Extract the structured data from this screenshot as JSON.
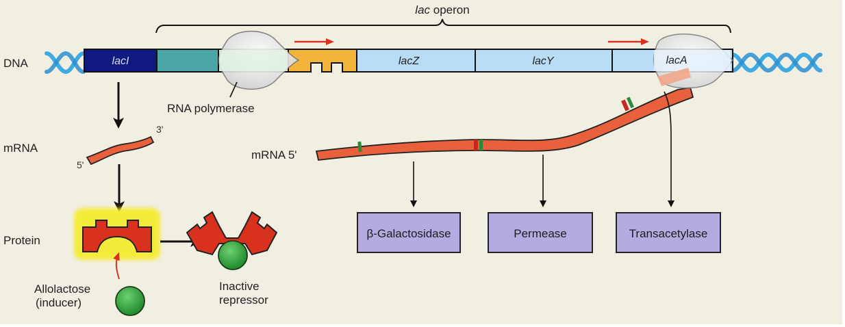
{
  "title": "lac operon",
  "title_italic_part": "lac",
  "title_rest": " operon",
  "colors": {
    "background": "#f1eee2",
    "laci": "#0e1a80",
    "promoter": "#4aa6a6",
    "operator": "#f2b43a",
    "structural_gene": "#b8dcf6",
    "mrna": "#e8603c",
    "stop_codon_green": "#2d8a3a",
    "stop_codon_red": "#c8261e",
    "enzyme_box": "#b4ace0",
    "repressor": "#d8321f",
    "inducer": "#2e9a3a",
    "halo": "#f5ec2a",
    "dna_helix": "#3fa9e4",
    "arrow_red": "#d8321f"
  },
  "row_labels": {
    "dna": "DNA",
    "mrna": "mRNA",
    "protein": "Protein"
  },
  "genes": [
    {
      "id": "laci",
      "label": "lacI"
    },
    {
      "id": "lacz",
      "label": "lacZ"
    },
    {
      "id": "lacy",
      "label": "lacY"
    },
    {
      "id": "laca",
      "label": "lacA"
    }
  ],
  "rna_polymerase_label": "RNA polymerase",
  "left_mrna": {
    "three_prime": "3'",
    "five_prime": "5'"
  },
  "operon_mrna_label": "mRNA 5'",
  "inducer_label_line1": "Allolactose",
  "inducer_label_line2": "(inducer)",
  "inactive_label_line1": "Inactive",
  "inactive_label_line2": "repressor",
  "enzymes": [
    {
      "label": "β-Galactosidase"
    },
    {
      "label": "Permease"
    },
    {
      "label": "Transacetylase"
    }
  ]
}
